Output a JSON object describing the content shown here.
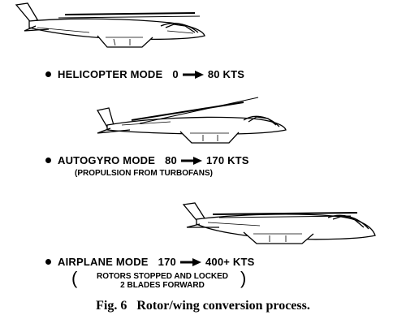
{
  "modes": [
    {
      "label": "HELICOPTER MODE",
      "from": "0",
      "to": "80 KTS"
    },
    {
      "label": "AUTOGYRO MODE",
      "from": "80",
      "to": "170 KTS",
      "note": "(PROPULSION FROM TURBOFANS)"
    },
    {
      "label": "AIRPLANE MODE",
      "from": "170",
      "to": "400+ KTS",
      "note_lines": [
        "ROTORS STOPPED AND LOCKED",
        "2 BLADES FORWARD"
      ]
    }
  ],
  "caption": {
    "fig": "Fig. 6",
    "text": "Rotor/wing conversion process."
  }
}
